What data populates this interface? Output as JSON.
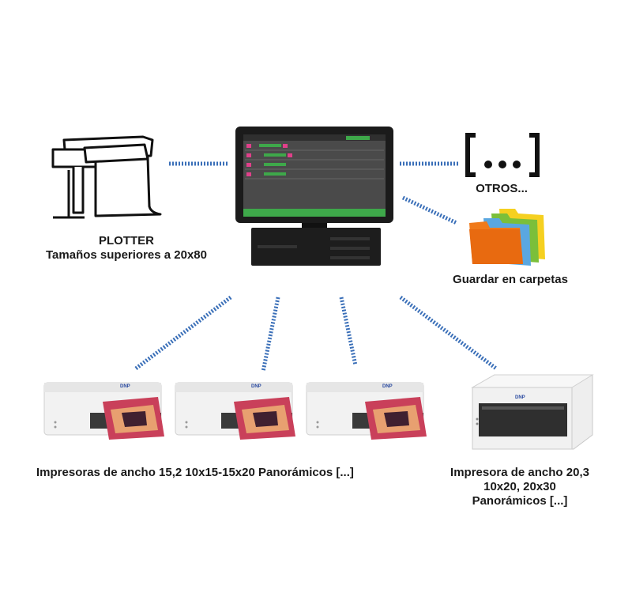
{
  "plotter": {
    "title": "PLOTTER",
    "subtitle": "Tamaños superiores a 20x80",
    "icon": "plotter-icon"
  },
  "otros": {
    "label": "OTROS...",
    "icon": "brackets-ellipsis-icon"
  },
  "carpetas": {
    "label": "Guardar en carpetas",
    "icon": "folders-icon"
  },
  "pos": {
    "icon": "pos-terminal-icon"
  },
  "printers_small": {
    "label": "Impresoras de ancho 15,2 10x15-15x20 Panorámicos [...]",
    "brand": "DNP",
    "count": 3
  },
  "printer_large": {
    "line1": "Impresora de ancho 20,3",
    "line2": "10x20, 20x30",
    "line3": "Panorámicos [...]",
    "brand": "DNP"
  },
  "colors": {
    "connector": "#3a6fb8",
    "screen_bg": "#4a4a4a",
    "accent_green": "#3ea84a",
    "accent_pink": "#e0408a",
    "folder_orange": "#f07a1a",
    "folder_yellow": "#f5d020"
  }
}
